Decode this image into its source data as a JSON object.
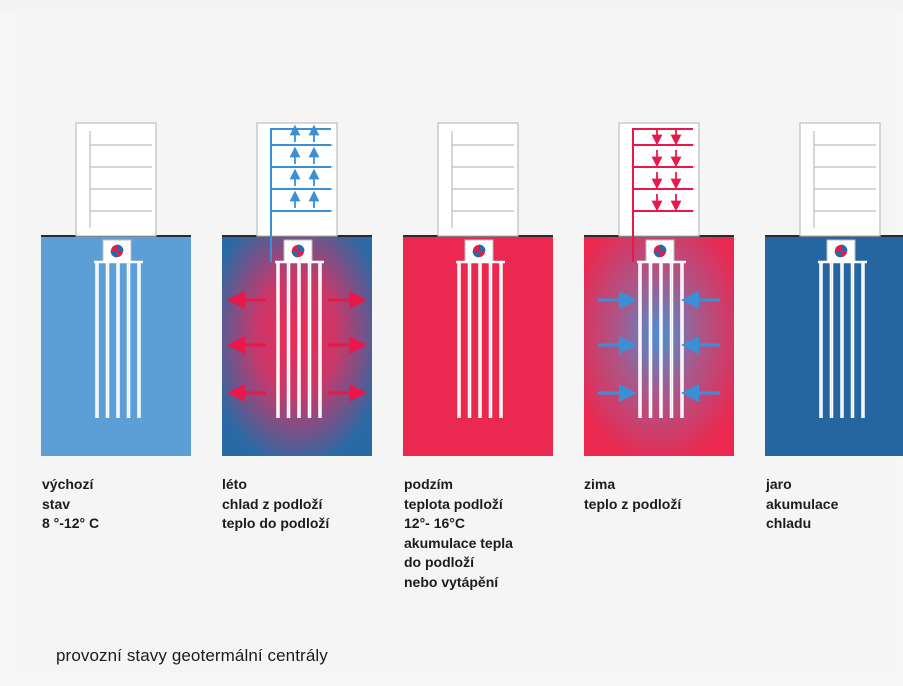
{
  "caption": "provozní stavy geotermální centrály",
  "scenes": [
    {
      "label": "výchozí\nstav\n8 °-12° C",
      "ground": "#5b9fd6",
      "arrows": "none"
    },
    {
      "label": "léto\nchlad z podloží\nteplo do podloží",
      "ground": "#2a6aa4",
      "arrows": "up"
    },
    {
      "label": "podzím\nteplota podloží\n12°- 16°C\nakumulace tepla\ndo podloží\nnebo vytápění",
      "ground": "#ea2850",
      "arrows": "none"
    },
    {
      "label": "zima\nteplo z podloží",
      "ground": "#ea2850",
      "arrows": "down"
    },
    {
      "label": "jaro\nakumulace\nchladu",
      "ground": "#2566a1",
      "arrows": "none"
    }
  ],
  "colors": {
    "blue": "#3a90d6",
    "red": "#e8184a",
    "building": "#ffffff",
    "outline": "#c9c9c9"
  }
}
